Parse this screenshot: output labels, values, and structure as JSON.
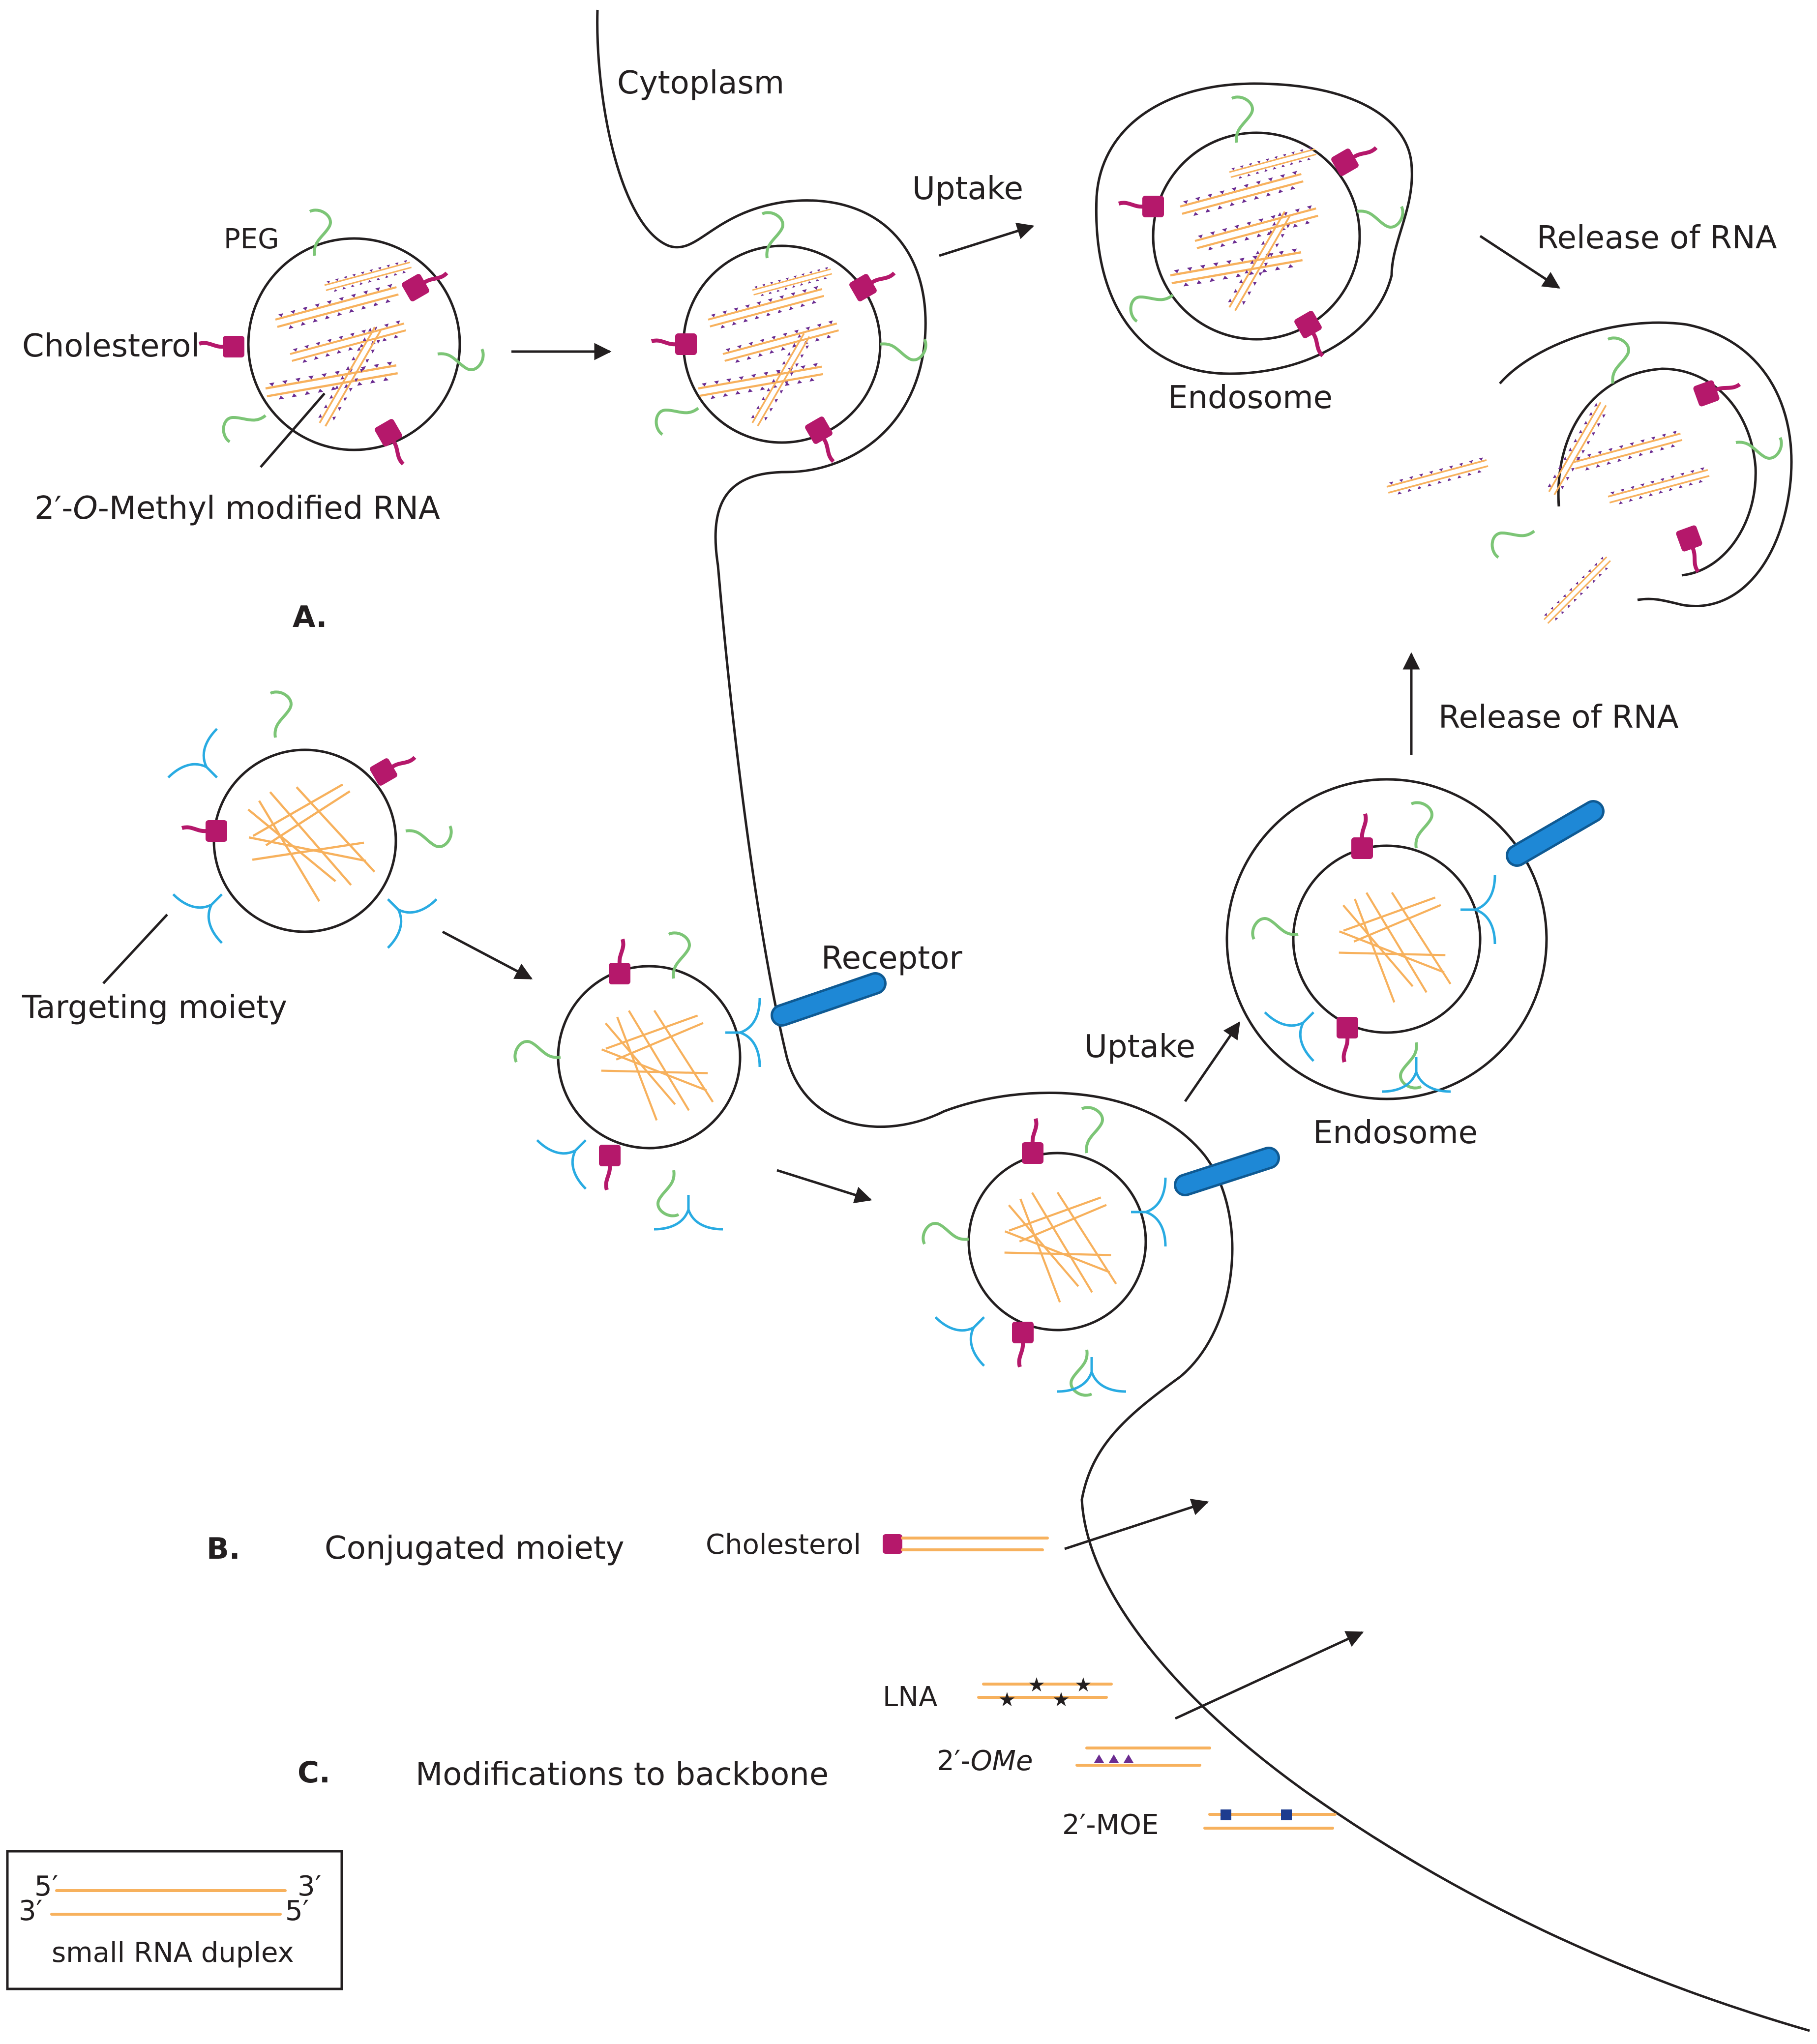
{
  "labels": {
    "cytoplasm": "Cytoplasm",
    "peg": "PEG",
    "cholesterol_a": "Cholesterol",
    "methyl_rna_prefix": "2′-",
    "methyl_rna_italic": "O",
    "methyl_rna_suffix": "-Methyl modified RNA",
    "panel_a": "A.",
    "uptake_top": "Uptake",
    "endosome_top": "Endosome",
    "release_top": "Release of RNA",
    "release_right": "Release of RNA",
    "targeting_moiety": "Targeting moiety",
    "receptor": "Receptor",
    "uptake_bottom": "Uptake",
    "endosome_bottom": "Endosome",
    "panel_b": "B.",
    "conjugated_moiety": "Conjugated moiety",
    "cholesterol_b": "Cholesterol",
    "lna": "LNA",
    "ome_prefix": "2′-",
    "ome_italic": "OMe",
    "moe": "2′-MOE",
    "panel_c": "C.",
    "modifications": "Modifications to backbone"
  },
  "legend": {
    "five_prime_top": "5′",
    "three_prime_top": "3′",
    "three_prime_bottom": "3′",
    "five_prime_bottom": "5′",
    "caption": "small RNA duplex"
  },
  "colors": {
    "membrane": "#231f20",
    "rna_strand": "#f7b15d",
    "methyl_marker": "#6b2c91",
    "cholesterol": "#b5186b",
    "peg": "#7cc576",
    "targeting_moiety": "#29abe2",
    "receptor": "#1e88d6",
    "moe_marker": "#1d3c8f"
  }
}
